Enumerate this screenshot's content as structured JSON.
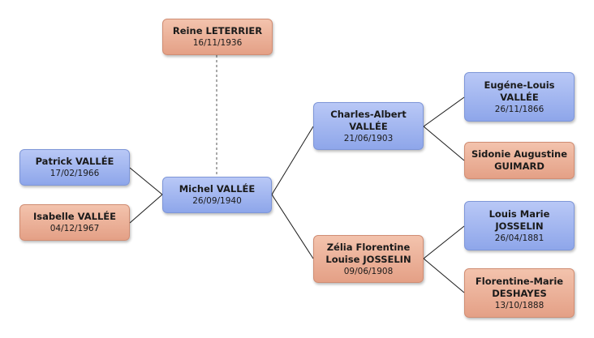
{
  "people": {
    "reine": {
      "name": "Reine LETERRIER",
      "date": "16/11/1936"
    },
    "patrick": {
      "name": "Patrick VALLÉE",
      "date": "17/02/1966"
    },
    "isabelle": {
      "name": "Isabelle VALLÉE",
      "date": "04/12/1967"
    },
    "michel": {
      "name": "Michel VALLÉE",
      "date": "26/09/1940"
    },
    "charles": {
      "name": "Charles-Albert\nVALLÉE",
      "date": "21/06/1903"
    },
    "zelia": {
      "name": "Zélia Florentine\nLouise JOSSELIN",
      "date": "09/06/1908"
    },
    "eugene": {
      "name": "Eugéne-Louis\nVALLÉE",
      "date": "26/11/1866"
    },
    "sidonie": {
      "name": "Sidonie Augustine\nGUIMARD",
      "date": ""
    },
    "louis": {
      "name": "Louis Marie\nJOSSELIN",
      "date": "26/04/1881"
    },
    "florentine": {
      "name": "Florentine-Marie\nDESHAYES",
      "date": "13/10/1888"
    }
  },
  "colors": {
    "male": "#9db2ef",
    "female": "#eaae95",
    "line": "#1a1a1a",
    "spouse_line": "#555555"
  }
}
